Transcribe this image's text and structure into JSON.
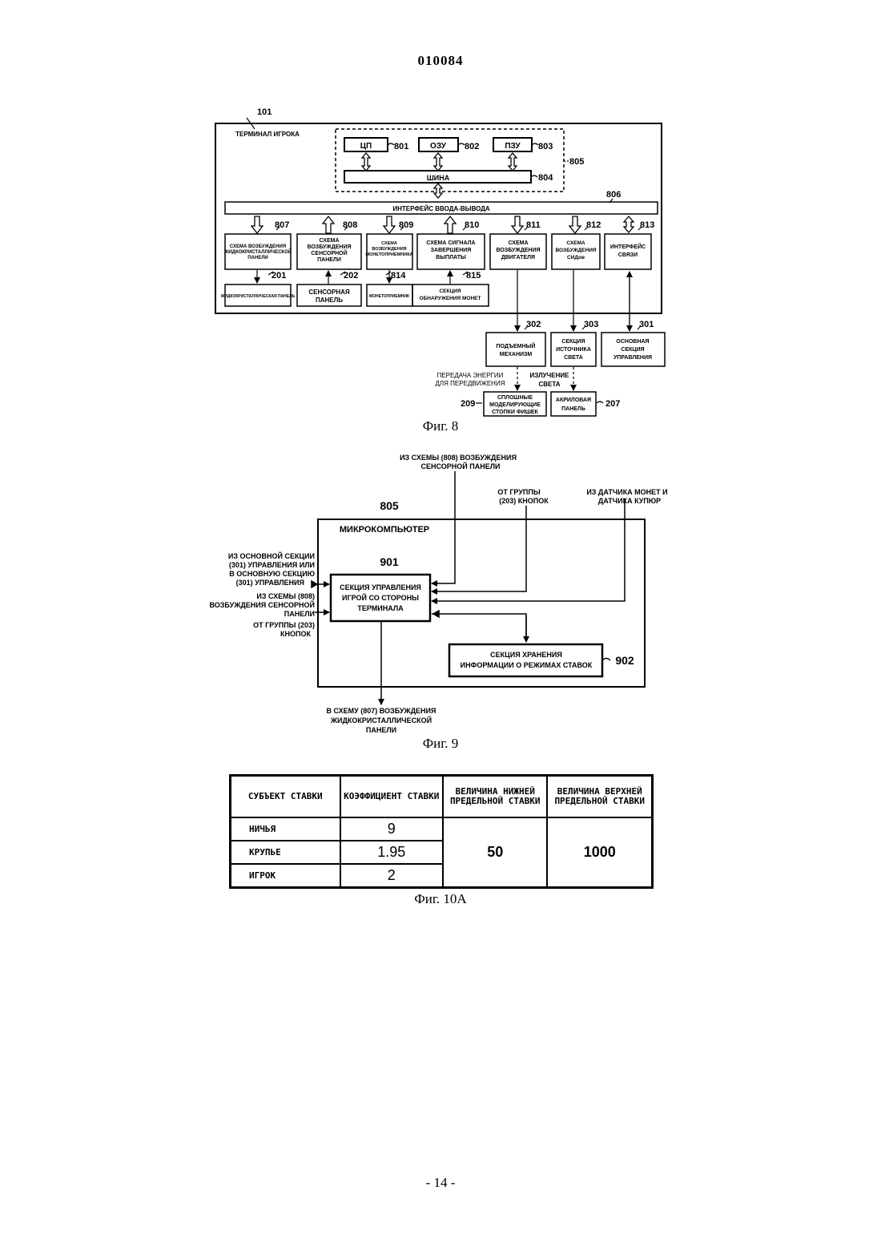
{
  "header": {
    "patent_number": "010084"
  },
  "fig8": {
    "caption": "Фиг. 8",
    "refs": {
      "terminal": "101",
      "cpu": "801",
      "ram": "802",
      "rom": "803",
      "bus": "804",
      "micro": "805",
      "io": "806",
      "lcd_drv": "807",
      "touch_drv": "808",
      "coin_drv": "809",
      "payout": "810",
      "motor": "811",
      "led": "812",
      "comm": "813",
      "coin_acc": "814",
      "coin_det": "815",
      "lcd": "201",
      "touch": "202",
      "lift": "302",
      "light": "303",
      "main": "301",
      "chips": "209",
      "acrylic": "207"
    },
    "labels": {
      "terminal": "ТЕРМИНАЛ ИГРОКА",
      "cpu": "ЦП",
      "ram": "ОЗУ",
      "rom": "ПЗУ",
      "bus": "ШИНА",
      "io": "ИНТЕРФЕЙС ВВОДА-ВЫВОДА",
      "lcd_drv": [
        "СХЕМА ВОЗБУЖДЕНИЯ",
        "ЖИДКОКРИСТАЛЛИЧЕСКОЙ",
        "ПАНЕЛИ"
      ],
      "touch_drv": [
        "СХЕМА",
        "ВОЗБУЖДЕНИЯ",
        "СЕНСОРНОЙ",
        "ПАНЕЛИ"
      ],
      "coin_drv": [
        "СХЕМА",
        "ВОЗБУЖДЕНИЯ",
        "МОНЕТОПРИЕМНИКА"
      ],
      "payout": [
        "СХЕМА СИГНАЛА",
        "ЗАВЕРШЕНИЯ",
        "ВЫПЛАТЫ"
      ],
      "motor": [
        "СХЕМА",
        "ВОЗБУЖДЕНИЯ",
        "ДВИГАТЕЛЯ"
      ],
      "led": [
        "СХЕМА",
        "ВОЗБУЖДЕНИЯ",
        "СИДов"
      ],
      "comm": [
        "ИНТЕРФЕЙС",
        "СВЯЗИ"
      ],
      "lcd": "ЖИДКОКРИСТАЛЛИЧЕСКАЯ ПАНЕЛЬ",
      "touch": [
        "СЕНСОРНАЯ",
        "ПАНЕЛЬ"
      ],
      "coin_acc": "МОНЕТОПРИЕМНИК",
      "coin_det": [
        "СЕКЦИЯ",
        "ОБНАРУЖЕНИЯ МОНЕТ"
      ],
      "lift": [
        "ПОДЪЕМНЫЙ",
        "МЕХАНИЗМ"
      ],
      "light": [
        "СЕКЦИЯ",
        "ИСТОЧНИКА",
        "СВЕТА"
      ],
      "main": [
        "ОСНОВНАЯ",
        "СЕКЦИЯ",
        "УПРАВЛЕНИЯ"
      ],
      "energy": [
        "ПЕРЕДАЧА ЭНЕРГИИ",
        "ДЛЯ ПЕРЕДВИЖЕНИЯ"
      ],
      "emission": [
        "ИЗЛУЧЕНИЕ",
        "СВЕТА"
      ],
      "chips": [
        "СПЛОШНЫЕ",
        "МОДЕЛИРУЮЩИЕ",
        "СТОПКИ ФИШЕК"
      ],
      "acrylic": [
        "АКРИЛОВАЯ",
        "ПАНЕЛЬ"
      ]
    }
  },
  "fig9": {
    "caption": "Фиг. 9",
    "refs": {
      "micro": "805",
      "control": "901",
      "storage": "902"
    },
    "labels": {
      "micro": "МИКРОКОМПЬЮТЕР",
      "control": [
        "СЕКЦИЯ УПРАВЛЕНИЯ",
        "ИГРОЙ СО СТОРОНЫ",
        "ТЕРМИНАЛА"
      ],
      "storage": [
        "СЕКЦИЯ ХРАНЕНИЯ",
        "ИНФОРМАЦИИ О РЕЖИМАХ СТАВОК"
      ],
      "from_touch_top": [
        "ИЗ СХЕМЫ (808) ВОЗБУЖДЕНИЯ",
        "СЕНСОРНОЙ ПАНЕЛИ"
      ],
      "from_buttons_top": [
        "ОТ ГРУППЫ",
        "(203) КНОПОК"
      ],
      "from_sensors": [
        "ИЗ ДАТЧИКА МОНЕТ И",
        "ДАТЧИКА КУПЮР"
      ],
      "from_main": [
        "ИЗ ОСНОВНОЙ СЕКЦИИ",
        "(301) УПРАВЛЕНИЯ ИЛИ",
        "В ОСНОВНУЮ СЕКЦИЮ",
        "(301) УПРАВЛЕНИЯ"
      ],
      "from_touch_left": [
        "ИЗ СХЕМЫ (808)",
        "ВОЗБУЖДЕНИЯ СЕНСОРНОЙ",
        "ПАНЕЛИ"
      ],
      "from_buttons_left": [
        "ОТ ГРУППЫ (203)",
        "КНОПОК"
      ],
      "to_lcd": [
        "В СХЕМУ (807) ВОЗБУЖДЕНИЯ",
        "ЖИДКОКРИСТАЛЛИЧЕСКОЙ",
        "ПАНЕЛИ"
      ]
    }
  },
  "fig10a": {
    "caption": "Фиг. 10А",
    "headers": [
      "СУБЪЕКТ СТАВКИ",
      "КОЭФФИЦИЕНТ СТАВКИ",
      "ВЕЛИЧИНА НИЖНЕЙ ПРЕДЕЛЬНОЙ СТАВКИ",
      "ВЕЛИЧИНА ВЕРХНЕЙ ПРЕДЕЛЬНОЙ СТАВКИ"
    ],
    "rows": [
      {
        "subject": "НИЧЬЯ",
        "coef": "9"
      },
      {
        "subject": "КРУПЬЕ",
        "coef": "1.95"
      },
      {
        "subject": "ИГРОК",
        "coef": "2"
      }
    ],
    "lower_limit": "50",
    "upper_limit": "1000"
  },
  "footer": {
    "page": "- 14 -"
  }
}
